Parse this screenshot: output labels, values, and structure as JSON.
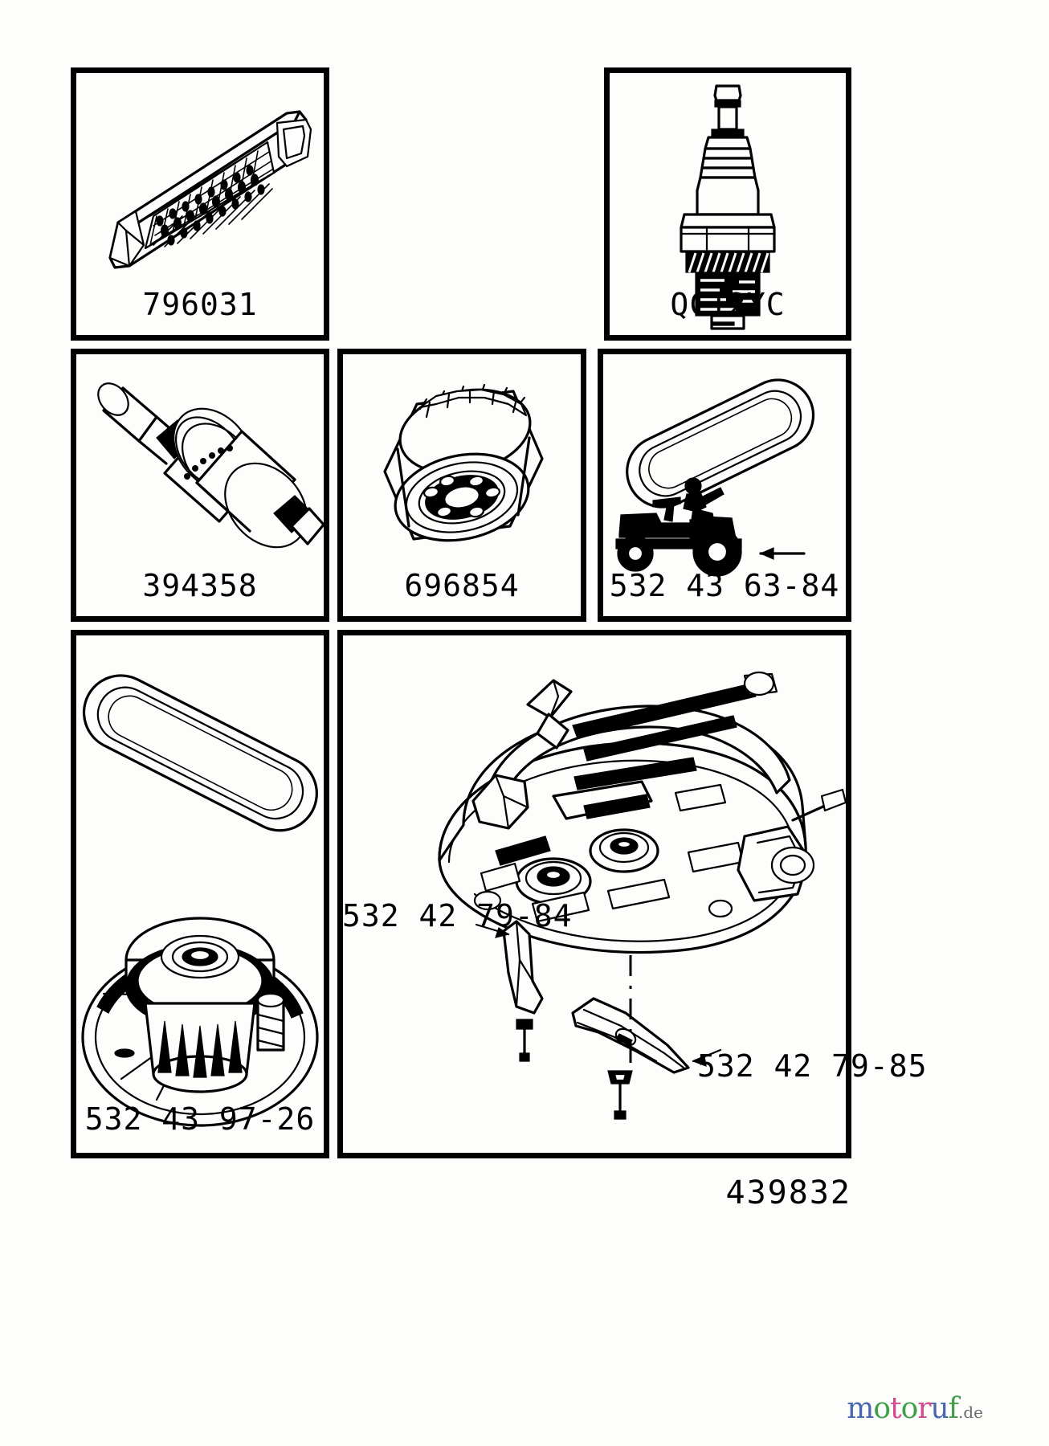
{
  "document": {
    "type": "illustrated-parts-diagram",
    "catalog_number": "439832",
    "watermark": {
      "brand": "motoruf",
      "suffix": ".de"
    }
  },
  "panels": [
    {
      "id": "air-filter",
      "part_name": "air-filter-cartridge",
      "label": "796031"
    },
    {
      "id": "spark-plug",
      "part_name": "spark-plug",
      "label": "QC12YC"
    },
    {
      "id": "fuel-filter",
      "part_name": "fuel-filter",
      "label": "394358"
    },
    {
      "id": "oil-filter",
      "part_name": "oil-filter",
      "label": "696854"
    },
    {
      "id": "drive-belt",
      "part_name": "drive-belt-with-tractor-reference",
      "label": "532 43 63-84"
    },
    {
      "id": "clutch-belt",
      "part_name": "mower-belt-and-blade-brake-clutch",
      "label": "532 43 97-26"
    },
    {
      "id": "mower-deck",
      "part_name": "mower-deck-assembly",
      "label": ""
    }
  ],
  "callouts": [
    {
      "id": "blade-adapter",
      "label": "532 42 79-84"
    },
    {
      "id": "mower-blade",
      "label": "532 42 79-85"
    }
  ],
  "colors": {
    "ink": "#000000",
    "paper": "#fdfdfb",
    "watermark_m": "#4a66b0",
    "watermark_o1": "#3f9f4a",
    "watermark_t": "#d44a8e",
    "watermark_o2": "#3f9f4a",
    "watermark_r": "#d44a8e",
    "watermark_u": "#4a66b0",
    "watermark_f": "#3f9f4a",
    "watermark_de": "#6a6a6a"
  }
}
